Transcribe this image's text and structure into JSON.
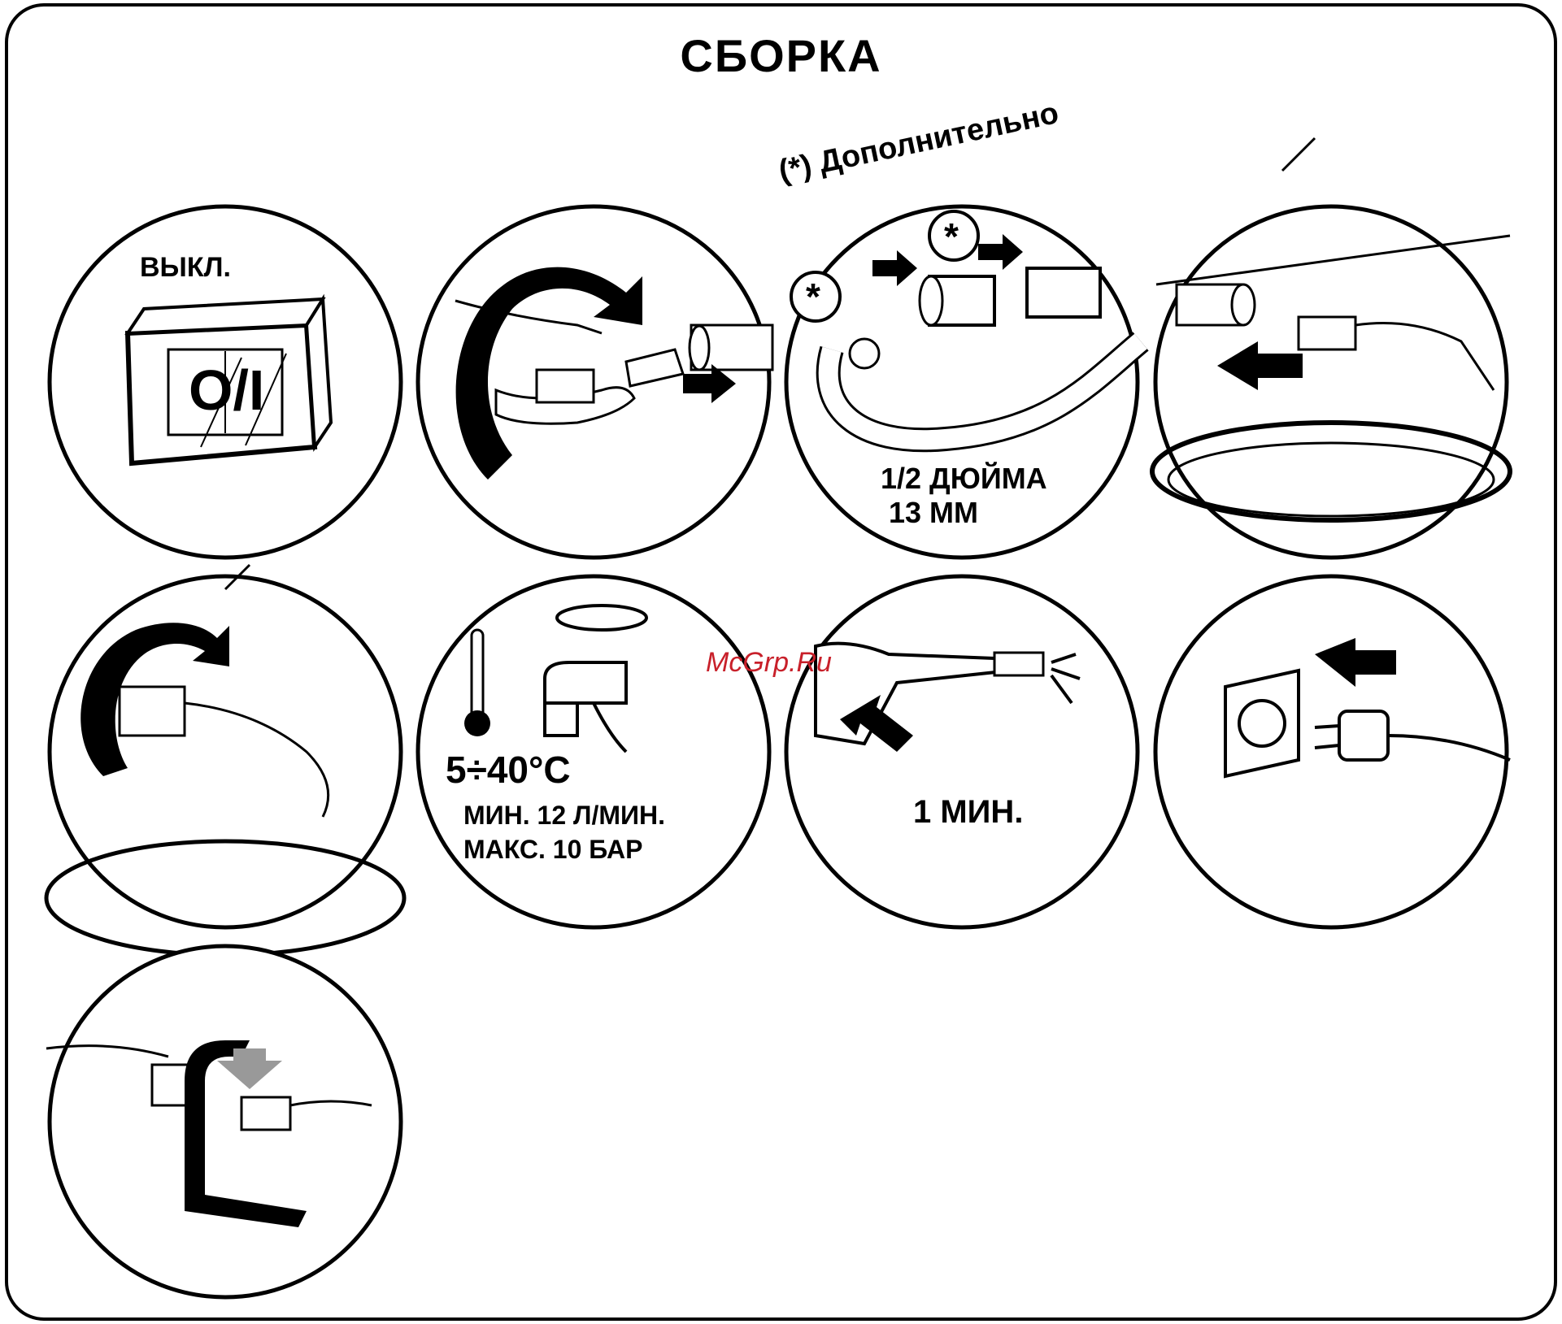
{
  "page": {
    "title": "СБОРКА",
    "watermark": "McGrp.Ru"
  },
  "panels": [
    {
      "id": "p1",
      "labels": {
        "off": "ВЫКЛ.",
        "switch": "O/I"
      }
    },
    {
      "id": "p2"
    },
    {
      "id": "p3",
      "labels": {
        "optional": "(*) Дополнительно",
        "asterisk": "*",
        "size_inch": "1/2 ДЮЙМА",
        "size_mm": "13 ММ"
      }
    },
    {
      "id": "p4"
    },
    {
      "id": "p5"
    },
    {
      "id": "p6",
      "labels": {
        "temp": "5÷40°C",
        "min_flow": "МИН. 12 Л/МИН.",
        "max_pressure": "МАКС. 10 БАР"
      }
    },
    {
      "id": "p7",
      "labels": {
        "time": "1 МИН."
      }
    },
    {
      "id": "p8"
    },
    {
      "id": "p9"
    }
  ]
}
